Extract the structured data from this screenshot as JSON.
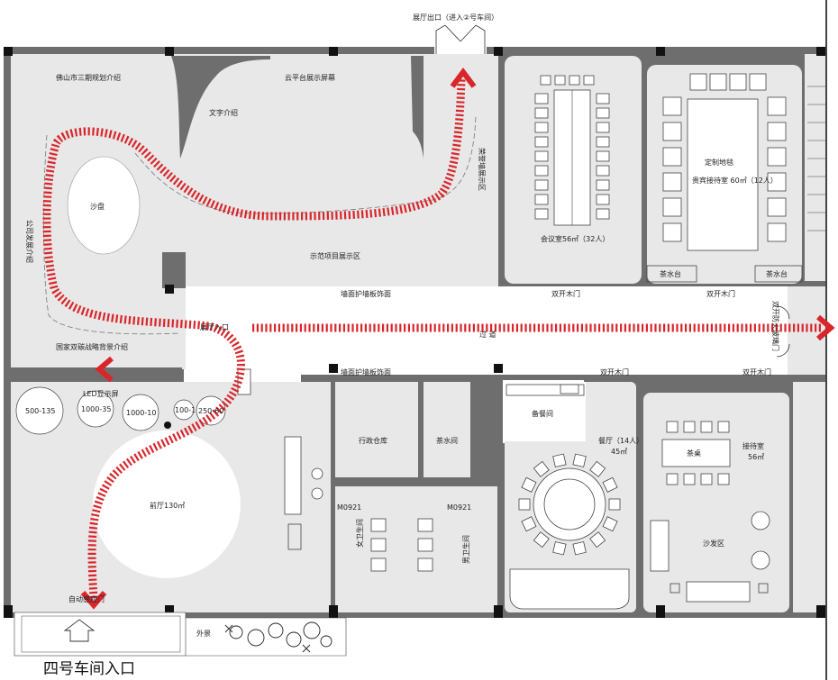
{
  "plan": {
    "exhibition_exit": "展厅出口（进入②号车间）",
    "zones": {
      "foshan_plan": "佛山市三期规划介绍",
      "cloud_screen": "云平台展示屏幕",
      "text_intro": "文字介绍",
      "sand_table": "沙盘",
      "company_intro": "公司发展介绍",
      "demo_projects": "示范项目展示区",
      "honor_wall": "荣誉墙展示区",
      "carbon_strategy": "国家双碳战略背景介绍",
      "hall_entrance": "展厅入口",
      "led_screen": "LED显示屏",
      "lobby": "前厅130㎡",
      "auto_door": "自动感应门",
      "landscape": "外景"
    },
    "lights": {
      "l1": "500-135",
      "l2": "1000-35",
      "l3": "1000-10",
      "l4": "100-1",
      "l5": "250-60"
    },
    "rooms": {
      "meeting": "会议室56㎡（32人）",
      "custom_carpet": "定制地毯",
      "vip_reception": "贵宾接待室  60㎡（12人）",
      "tea_station_1": "茶水台",
      "tea_station_2": "茶水台",
      "double_door_1": "双开木门",
      "double_door_2": "双开木门",
      "double_door_3": "双开木门",
      "double_door_4": "双开木门",
      "double_door_5": "双开防火玻璃门",
      "wall_panel_top": "墙面护墙板饰面",
      "wall_panel_bottom": "墙面护墙板饰面",
      "corridor": "过  道",
      "admin_storage": "行政仓库",
      "tea_room": "茶水间",
      "prep_room": "备餐间",
      "dining": "餐厅（14人）",
      "dining_area": "45㎡",
      "tea_table": "茶桌",
      "reception": "接待室",
      "reception_area": "56㎡",
      "sofa_area": "沙发区",
      "female_wc": "女卫生间",
      "male_wc": "男卫生间",
      "door_code_1": "M0921",
      "door_code_2": "M0921",
      "workshop_entrance": "四号车间入口"
    }
  }
}
